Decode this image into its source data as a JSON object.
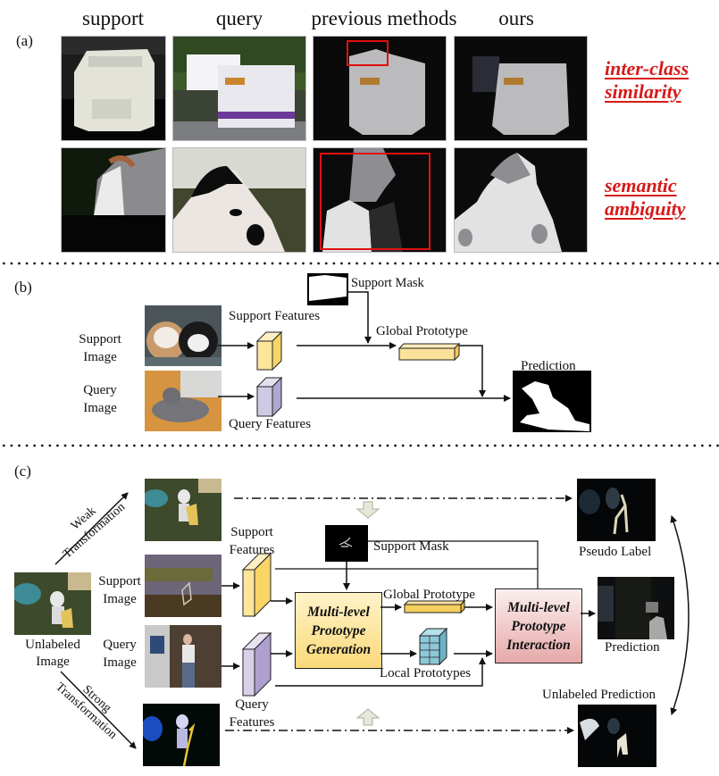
{
  "panel_a": {
    "label": "(a)",
    "columns": [
      "support",
      "query",
      "previous methods",
      "ours"
    ],
    "rows": [
      {
        "tag_line1": "inter-class",
        "tag_line2": "similarity"
      },
      {
        "tag_line1": "semantic",
        "tag_line2": "ambiguity"
      }
    ],
    "accent_color": "#d61a1a"
  },
  "panel_b": {
    "label": "(b)",
    "support_image_label": [
      "Support",
      "Image"
    ],
    "query_image_label": [
      "Query",
      "Image"
    ],
    "support_features": "Support Features",
    "query_features": "Query Features",
    "support_mask": "Support Mask",
    "global_prototype": "Global Prototype",
    "prediction": "Prediction"
  },
  "panel_c": {
    "label": "(c)",
    "weak_transform": [
      "Weak",
      "Transformation"
    ],
    "strong_transform": [
      "Strong",
      "Transformation"
    ],
    "unlabeled_image": [
      "Unlabeled",
      "Image"
    ],
    "support_image": [
      "Support",
      "Image"
    ],
    "query_image": [
      "Query",
      "Image"
    ],
    "support_features": [
      "Support",
      "Features"
    ],
    "query_features": [
      "Query",
      "Features"
    ],
    "support_mask": "Support Mask",
    "generation_box": [
      "Multi-level",
      "Prototype",
      "Generation"
    ],
    "interaction_box": [
      "Multi-level",
      "Prototype",
      "Interaction"
    ],
    "global_prototype": "Global Prototype",
    "local_prototypes": "Local Prototypes",
    "pseudo_label": "Pseudo Label",
    "prediction": "Prediction",
    "unlabeled_prediction": "Unlabeled Prediction"
  }
}
